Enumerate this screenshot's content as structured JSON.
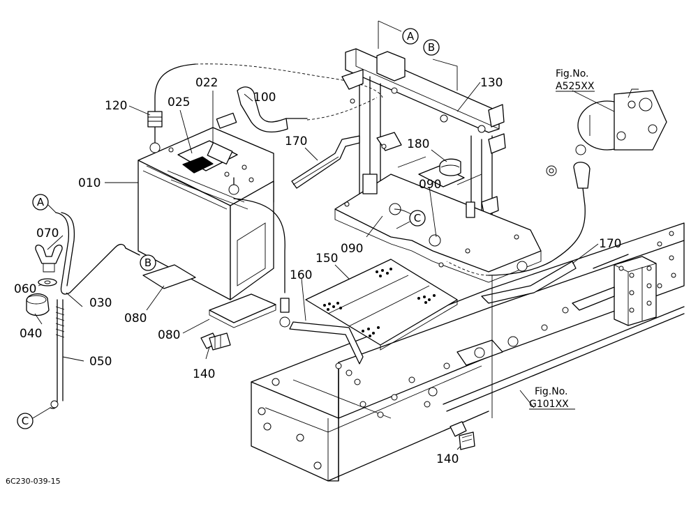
{
  "labels": {
    "p010": "010",
    "p022": "022",
    "p025": "025",
    "p030": "030",
    "p040": "040",
    "p050": "050",
    "p060": "060",
    "p070": "070",
    "p080a": "080",
    "p080b": "080",
    "p090a": "090",
    "p090b": "090",
    "p100": "100",
    "p120": "120",
    "p130": "130",
    "p140a": "140",
    "p140b": "140",
    "p150": "150",
    "p160": "160",
    "p170a": "170",
    "p170b": "170",
    "p180": "180"
  },
  "refs": {
    "a_top": "A",
    "b_top": "B",
    "a_left": "A",
    "b_left": "B",
    "c_left": "C",
    "c_mid": "C"
  },
  "fig_refs": {
    "top_label": "Fig.No.",
    "top_code": "A525XX",
    "bottom_label": "Fig.No.",
    "bottom_code": "G101XX"
  },
  "footer": {
    "code": "6C230-039-15"
  }
}
